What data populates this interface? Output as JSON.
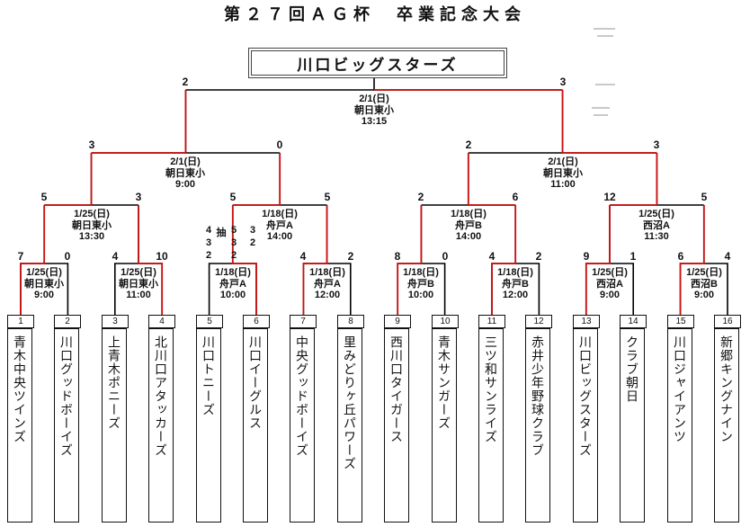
{
  "title": "第２７回ＡＧ杯　卒業記念大会",
  "champion": "川口ビッグスターズ",
  "colors": {
    "line": "#000000",
    "winner_path": "#cc1111"
  },
  "teams": [
    {
      "seed": "1",
      "name": "青木中央ツインズ"
    },
    {
      "seed": "2",
      "name": "川口グッドボーイズ"
    },
    {
      "seed": "3",
      "name": "上青木ポニーズ"
    },
    {
      "seed": "4",
      "name": "北川口アタッカーズ"
    },
    {
      "seed": "5",
      "name": "川口トニーズ"
    },
    {
      "seed": "6",
      "name": "川口イーグルス"
    },
    {
      "seed": "7",
      "name": "中央グッドボーイズ"
    },
    {
      "seed": "8",
      "name": "里みどりヶ丘パワーズ"
    },
    {
      "seed": "9",
      "name": "西川口タイガース"
    },
    {
      "seed": "10",
      "name": "青木サンガーズ"
    },
    {
      "seed": "11",
      "name": "三ツ和サンライズ"
    },
    {
      "seed": "12",
      "name": "赤井少年野球クラブ"
    },
    {
      "seed": "13",
      "name": "川口ビッグスターズ"
    },
    {
      "seed": "14",
      "name": "クラブ朝日"
    },
    {
      "seed": "15",
      "name": "川口ジャイアンツ"
    },
    {
      "seed": "16",
      "name": "新郷キングナイン"
    }
  ],
  "matches": {
    "final": {
      "date": "2/1(日)",
      "venue": "朝日東小",
      "time": "13:15",
      "score_left": "2",
      "score_right": "3"
    },
    "semis": [
      {
        "date": "2/1(日)",
        "venue": "朝日東小",
        "time": "9:00",
        "score_left": "3",
        "score_right": "0"
      },
      {
        "date": "2/1(日)",
        "venue": "朝日東小",
        "time": "11:00",
        "score_left": "2",
        "score_right": "3"
      }
    ],
    "quarterfinals": [
      {
        "date": "1/25(日)",
        "venue": "朝日東小",
        "time": "13:30",
        "score_left": "5",
        "score_right": "3"
      },
      {
        "date": "1/18(日)",
        "venue": "舟戸A",
        "time": "14:00",
        "score_left": "5",
        "score_right": "5"
      },
      {
        "date": "1/18(日)",
        "venue": "舟戸B",
        "time": "14:00",
        "score_left": "2",
        "score_right": "6"
      },
      {
        "date": "1/25(日)",
        "venue": "西沼A",
        "time": "11:30",
        "score_left": "12",
        "score_right": "5"
      }
    ],
    "round1": [
      {
        "date": "1/25(日)",
        "venue": "朝日東小",
        "time": "9:00",
        "score_left": "7",
        "score_right": "0"
      },
      {
        "date": "1/25(日)",
        "venue": "朝日東小",
        "time": "11:00",
        "score_left": "4",
        "score_right": "10"
      },
      {
        "date": "1/18(日)",
        "venue": "舟戸A",
        "time": "10:00",
        "score_left": "",
        "score_right": ""
      },
      {
        "date": "1/18(日)",
        "venue": "舟戸A",
        "time": "12:00",
        "score_left": "4",
        "score_right": "2"
      },
      {
        "date": "1/18(日)",
        "venue": "舟戸B",
        "time": "10:00",
        "score_left": "8",
        "score_right": "0"
      },
      {
        "date": "1/18(日)",
        "venue": "舟戸B",
        "time": "12:00",
        "score_left": "4",
        "score_right": "2"
      },
      {
        "date": "1/25(日)",
        "venue": "西沼A",
        "time": "9:00",
        "score_left": "9",
        "score_right": "1"
      },
      {
        "date": "1/25(日)",
        "venue": "西沼B",
        "time": "9:00",
        "score_left": "6",
        "score_right": "4"
      }
    ]
  },
  "tiebreak": {
    "mark": "抽",
    "cells": [
      {
        "text": "4"
      },
      {
        "text": "5"
      },
      {
        "text": "3"
      },
      {
        "text": "3"
      },
      {
        "text": "3"
      },
      {
        "text": "2"
      },
      {
        "text": "2"
      },
      {
        "text": "2"
      }
    ]
  }
}
